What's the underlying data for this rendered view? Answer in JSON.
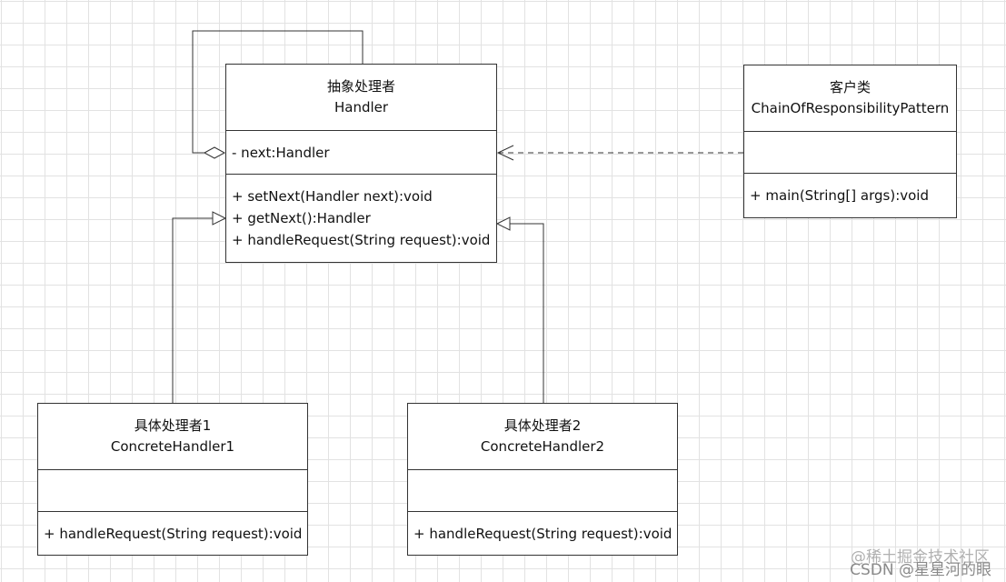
{
  "diagram": {
    "classes": {
      "handler": {
        "name_cn": "抽象处理者",
        "name_en": "Handler",
        "attributes": [
          "- next:Handler"
        ],
        "methods": [
          "+ setNext(Handler next):void",
          "+ getNext():Handler",
          "+ handleRequest(String request):void"
        ]
      },
      "client": {
        "name_cn": "客户类",
        "name_en": "ChainOfResponsibilityPattern",
        "attributes": [],
        "methods": [
          "+ main(String[] args):void"
        ]
      },
      "concrete1": {
        "name_cn": "具体处理者1",
        "name_en": "ConcreteHandler1",
        "attributes": [],
        "methods": [
          "+ handleRequest(String request):void"
        ]
      },
      "concrete2": {
        "name_cn": "具体处理者2",
        "name_en": "ConcreteHandler2",
        "attributes": [],
        "methods": [
          "+ handleRequest(String request):void"
        ]
      }
    },
    "relations": [
      {
        "type": "aggregation",
        "from": "handler",
        "to": "handler"
      },
      {
        "type": "dependency",
        "from": "client",
        "to": "handler"
      },
      {
        "type": "generalization",
        "from": "concrete1",
        "to": "handler"
      },
      {
        "type": "generalization",
        "from": "concrete2",
        "to": "handler"
      }
    ]
  },
  "watermark": {
    "line1": "@稀土掘金技术社区",
    "line2": "CSDN @星星河的眼"
  },
  "colors": {
    "line": "#333333",
    "grid": "#e2e2e2",
    "background": "#ffffff"
  }
}
